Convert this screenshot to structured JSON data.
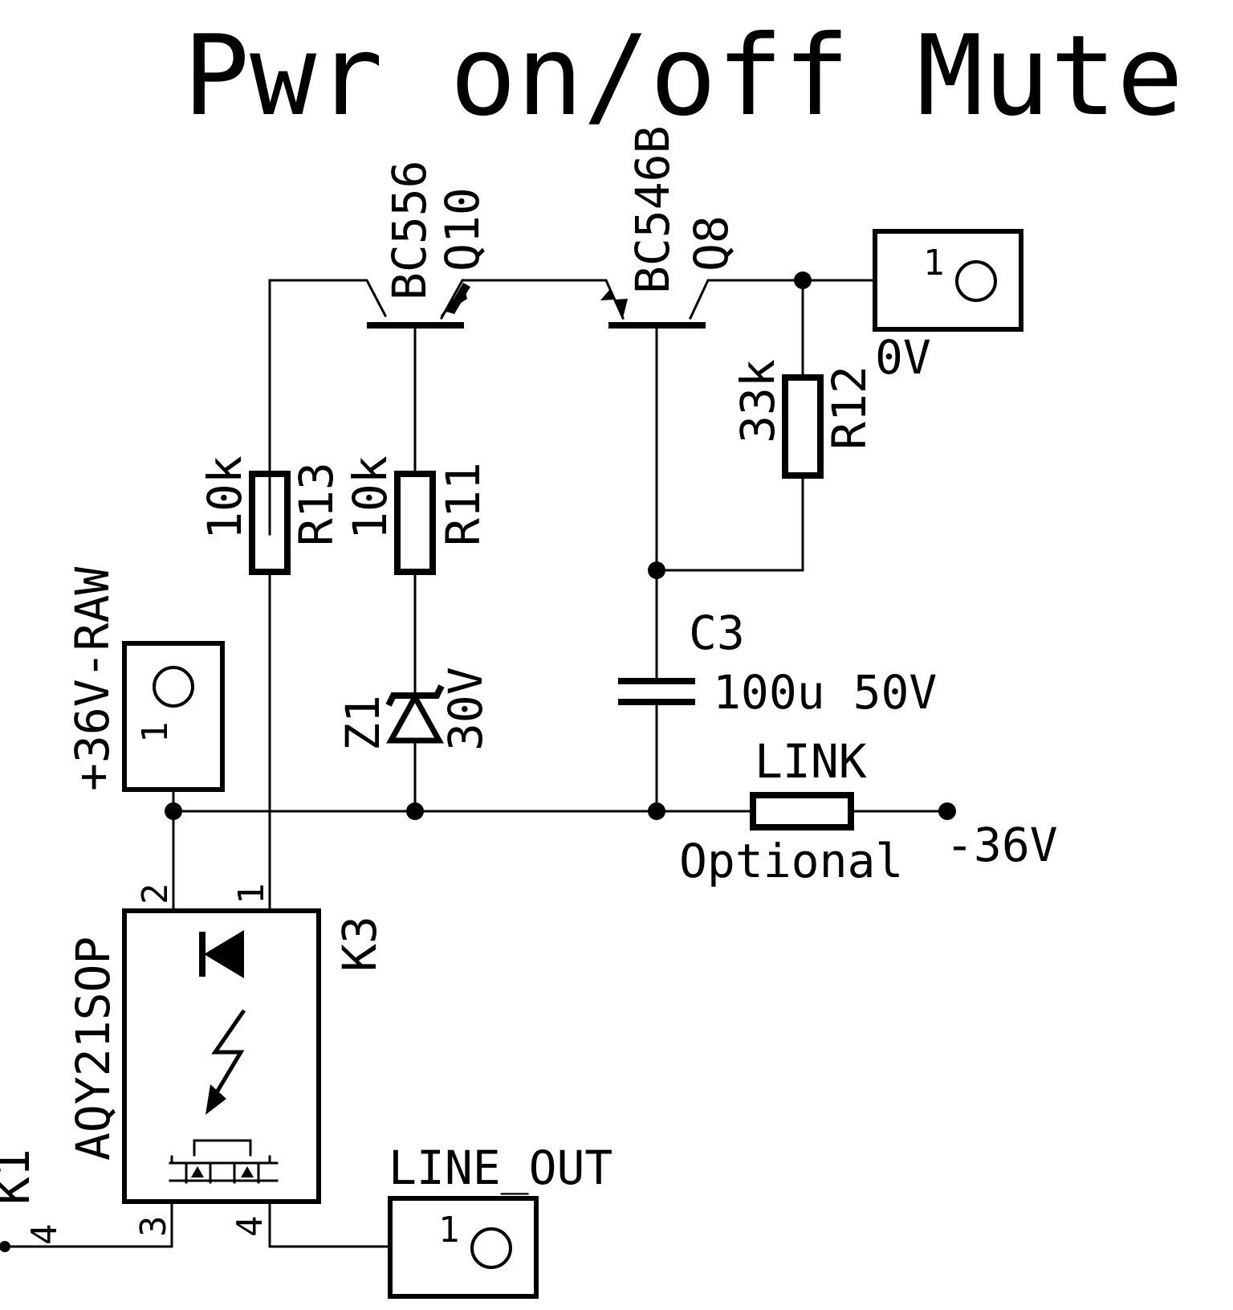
{
  "title": "Pwr on/off Mute",
  "components": {
    "q10": {
      "type": "BC556",
      "ref": "Q10"
    },
    "q8": {
      "type": "BC546B",
      "ref": "Q8"
    },
    "r13": {
      "value": "10k",
      "ref": "R13"
    },
    "r11": {
      "value": "10k",
      "ref": "R11"
    },
    "r12": {
      "value": "33k",
      "ref": "R12"
    },
    "z1": {
      "ref": "Z1",
      "value": "30V"
    },
    "c3": {
      "ref": "C3",
      "value": "100u 50V"
    },
    "link": {
      "ref": "LINK",
      "note": "Optional"
    },
    "k3": {
      "part": "AQY21SOP",
      "ref": "K3",
      "pins": [
        "2",
        "1",
        "3",
        "4"
      ]
    }
  },
  "connectors": {
    "zero_v": {
      "pin": "1",
      "net": "0V"
    },
    "plus36": {
      "pin": "1",
      "net": "+36V-RAW"
    },
    "line_out": {
      "pin": "1",
      "net": "LINE_OUT"
    },
    "k1": {
      "ref": "K1",
      "pin": "4"
    }
  },
  "nets": {
    "minus36": "-36V"
  },
  "colors": {
    "ink": "#000000",
    "background": "#ffffff"
  }
}
